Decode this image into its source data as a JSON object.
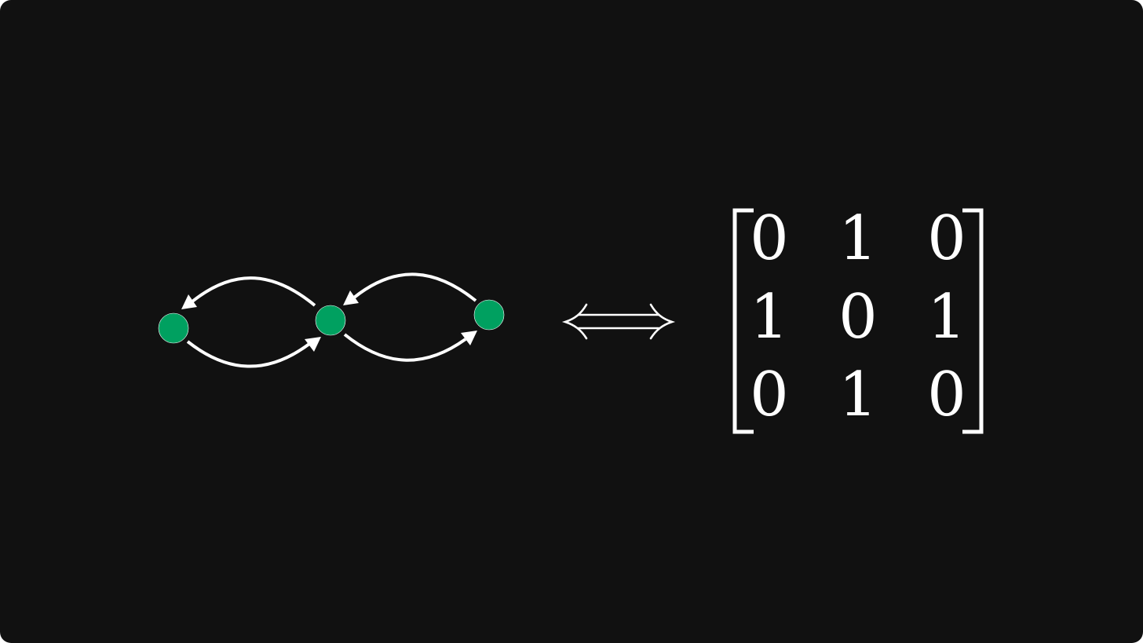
{
  "colors": {
    "background": "#111111",
    "node": "#00a060",
    "foreground": "#ffffff"
  },
  "graph": {
    "nodes": [
      {
        "id": "node-1"
      },
      {
        "id": "node-2"
      },
      {
        "id": "node-3"
      }
    ],
    "edges": [
      {
        "from": "node-2",
        "to": "node-1"
      },
      {
        "from": "node-1",
        "to": "node-2"
      },
      {
        "from": "node-3",
        "to": "node-2"
      },
      {
        "from": "node-2",
        "to": "node-3"
      }
    ]
  },
  "equivalence_symbol": "iff-double-arrow",
  "matrix": {
    "rows": [
      [
        "0",
        "1",
        "0"
      ],
      [
        "1",
        "0",
        "1"
      ],
      [
        "0",
        "1",
        "0"
      ]
    ]
  }
}
